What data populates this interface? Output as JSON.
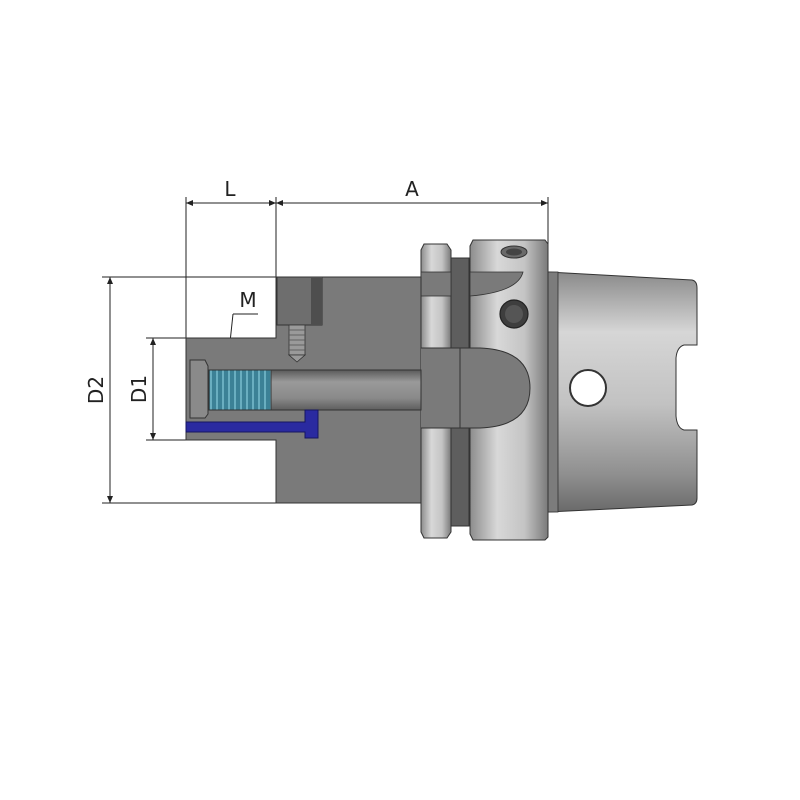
{
  "drawing": {
    "subject": "HSK tool holder, side view with partial section",
    "dimensions": {
      "L": "L",
      "A": "A",
      "D1": "D1",
      "D2": "D2",
      "M": "M"
    },
    "colors": {
      "section_fill": "#7a7a7a",
      "body_light": "#d0d0d0",
      "body_mid": "#9a9a9a",
      "body_dark": "#5a5a5a",
      "thread": "#3d7f93",
      "coolant_channel": "#2a2aa0",
      "line": "#222222",
      "background": "#ffffff"
    }
  }
}
